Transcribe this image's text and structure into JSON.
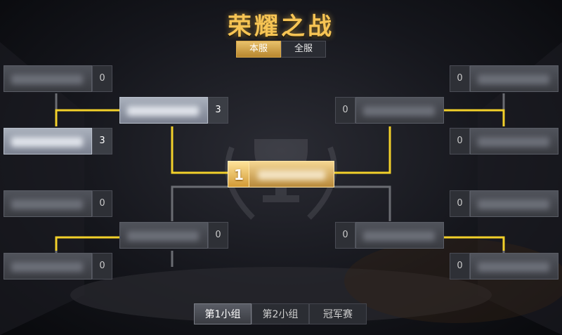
{
  "title": "荣耀之战",
  "server_tabs": [
    {
      "label": "本服",
      "active": true
    },
    {
      "label": "全服",
      "active": false
    }
  ],
  "left_bracket": {
    "round1": [
      {
        "score": "0"
      },
      {
        "score": "3",
        "winner": true
      },
      {
        "score": "0"
      },
      {
        "score": "0"
      }
    ],
    "round2": [
      {
        "score": "3",
        "winner": true
      },
      {
        "score": "0"
      }
    ]
  },
  "right_bracket": {
    "round1": [
      {
        "score": "0"
      },
      {
        "score": "0"
      },
      {
        "score": "0"
      },
      {
        "score": "0"
      }
    ],
    "round2": [
      {
        "score": "0"
      },
      {
        "score": "0"
      }
    ]
  },
  "champion": {
    "rank": "1"
  },
  "group_tabs": [
    {
      "label": "第1小组",
      "active": true
    },
    {
      "label": "第2小组",
      "active": false
    },
    {
      "label": "冠军赛",
      "active": false
    }
  ],
  "colors": {
    "bracket_line_active": "#f2d02a",
    "bracket_line_inactive": "#6a6c72",
    "title_gold": "#f6c454"
  }
}
